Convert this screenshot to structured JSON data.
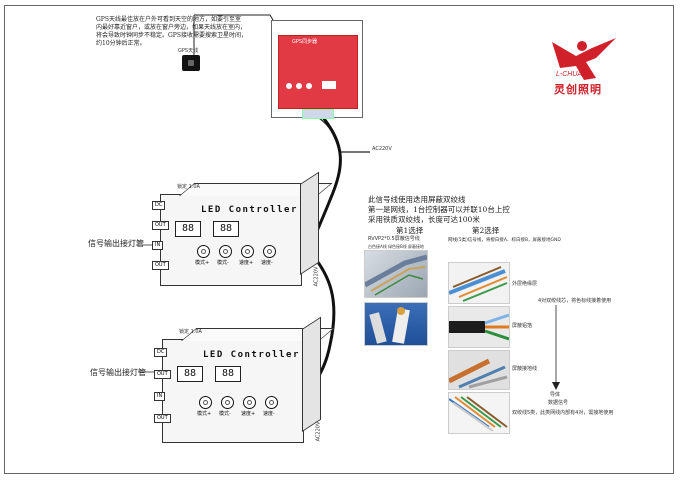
{
  "gps_note": "GPS天线最佳放在户外可看到天空的地方，如要引至室内最好靠近窗户，或放在窗户旁边，如果天线放在室内，将会导致时钟同步不稳定。GPS接收需要搜索卫星时间，约10分钟后正常。",
  "gps_note_lines": [
    "GPS天线最佳放在户外可看到天空的地方，如要引至室",
    "内最好靠近窗户，或放在窗户旁边，如果天线放在室内，",
    "将会导致时钟同步不稳定。GPS接收需要搜索卫星时间，",
    "约10分钟后正常。"
  ],
  "antenna_label": "GPS天线",
  "gps_box_label": "GPS同步器",
  "ac_label": "AC220V",
  "brand": {
    "name_en": "L-CHUANG",
    "name_cn": "灵创照明",
    "color": "#d0202a"
  },
  "controllers": [
    {
      "title": "LED Controller",
      "tag": "锁定 1.0A",
      "display_left": "88",
      "display_right": "88",
      "buttons": [
        "模式+",
        "模式-",
        "速度+",
        "速度-"
      ],
      "side_label": "AC220V",
      "tabs": [
        "DC",
        "OUT",
        "IN",
        "OUT"
      ]
    },
    {
      "title": "LED Controller",
      "tag": "锁定 1.0A",
      "display_left": "88",
      "display_right": "88",
      "buttons": [
        "模式+",
        "模式-",
        "速度+",
        "速度-"
      ],
      "side_label": "AC220V",
      "tabs": [
        "DC",
        "OUT",
        "IN",
        "OUT"
      ]
    }
  ],
  "signal_out_labels": [
    "信号输出接灯管",
    "信号输出接灯管"
  ],
  "signal_note": {
    "lines": [
      "此信号线使用迭用屏蔽双绞线",
      "第一是网线，1台控制器可以并联10台上控",
      "采用铁质双绞线，长度可达100米"
    ],
    "choice1": "第1选择",
    "choice2": "第2选择"
  },
  "cable_captions": {
    "rvvp": "RVVP2*0.5屏蔽信号线",
    "rvvp_detail": "白色接A线 绿色接B线 屏蔽接地",
    "network": "网线(5类)信号线，将橙白接A、棕白接B，屏蔽接地GND",
    "outer_insulation": "外层绝缘层",
    "shield_foil": "屏蔽铝箔",
    "ground_wire": "屏蔽接地线",
    "twisted_pairs": "4对双绞线芯，将色标线接着使用",
    "conductor": "导体",
    "conductor_label": "数据信号",
    "bottom_note": "双绞线5类，此类网线内部有4对，需接地使用"
  }
}
